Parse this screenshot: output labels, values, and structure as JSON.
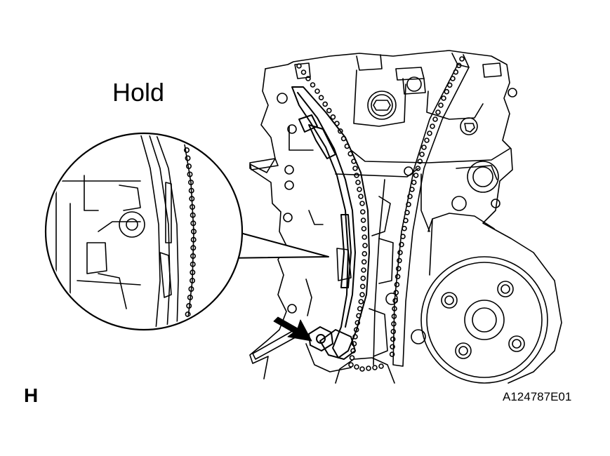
{
  "figure": {
    "callout_label": "Hold",
    "view_letter": "H",
    "figure_id": "A124787E01"
  },
  "icons": {
    "arrow": "arrow-pointer-icon",
    "bolt": "bolt-icon",
    "magnifier": "detail-magnifier-icon"
  },
  "colors": {
    "line": "#000000",
    "background": "#ffffff"
  }
}
